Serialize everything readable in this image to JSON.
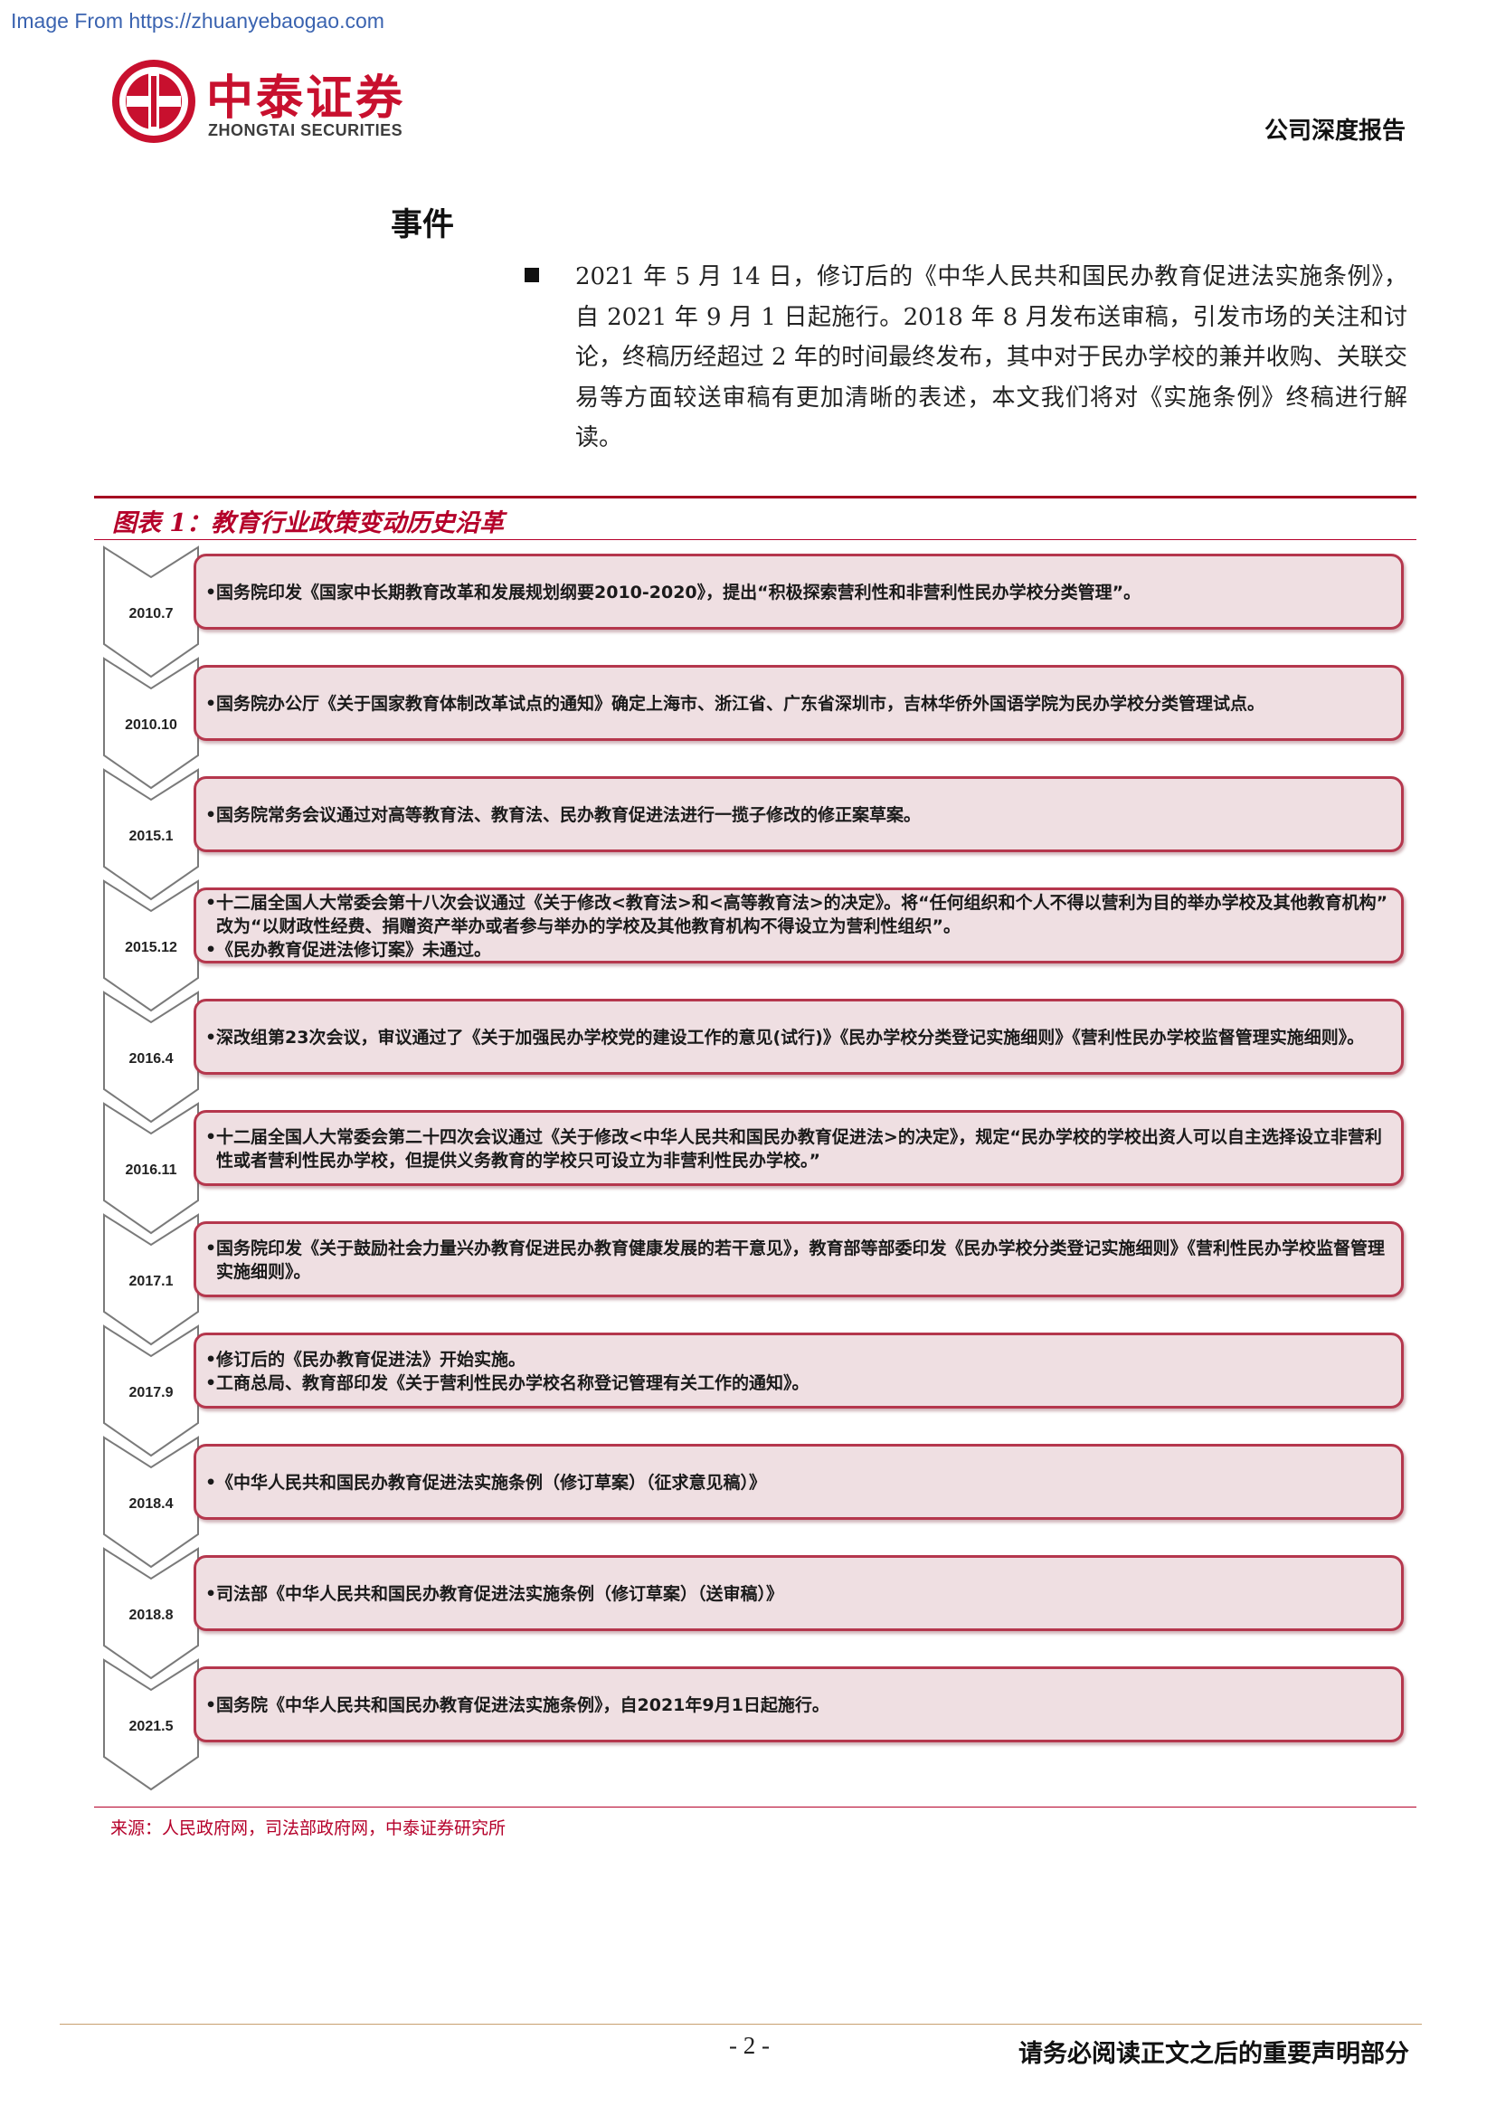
{
  "watermark": "Image From https://zhuanyebaogao.com",
  "header": {
    "logo_cn": "中泰证券",
    "logo_en": "ZHONGTAI SECURITIES",
    "report_type": "公司深度报告"
  },
  "event": {
    "title": "事件",
    "text": "2021 年 5 月 14 日，修订后的《中华人民共和国民办教育促进法实施条例》，自 2021 年 9 月 1 日起施行。2018 年 8 月发布送审稿，引发市场的关注和讨论，终稿历经超过 2 年的时间最终发布，其中对于民办学校的兼并收购、关联交易等方面较送审稿有更加清晰的表述，本文我们将对《实施条例》终稿进行解读。"
  },
  "figure": {
    "title": "图表 1：教育行业政策变动历史沿革",
    "source": "来源：人民政府网，司法部政府网，中泰证券研究所",
    "timeline": [
      {
        "date": "2010.7",
        "lines": [
          "国务院印发《国家中长期教育改革和发展规划纲要2010-2020》，提出“积极探索营利性和非营利性民办学校分类管理”。"
        ]
      },
      {
        "date": "2010.10",
        "lines": [
          "国务院办公厅《关于国家教育体制改革试点的通知》确定上海市、浙江省、广东省深圳市，吉林华侨外国语学院为民办学校分类管理试点。"
        ]
      },
      {
        "date": "2015.1",
        "lines": [
          "国务院常务会议通过对高等教育法、教育法、民办教育促进法进行一揽子修改的修正案草案。"
        ]
      },
      {
        "date": "2015.12",
        "lines": [
          "十二届全国人大常委会第十八次会议通过《关于修改<教育法>和<高等教育法>的决定》。将“任何组织和个人不得以营利为目的举办学校及其他教育机构” 改为“以财政性经费、捐赠资产举办或者参与举办的学校及其他教育机构不得设立为营利性组织”。",
          "《民办教育促进法修订案》未通过。"
        ]
      },
      {
        "date": "2016.4",
        "lines": [
          "深改组第23次会议，审议通过了《关于加强民办学校党的建设工作的意见(试行)》《民办学校分类登记实施细则》《营利性民办学校监督管理实施细则》。"
        ]
      },
      {
        "date": "2016.11",
        "lines": [
          "十二届全国人大常委会第二十四次会议通过《关于修改<中华人民共和国民办教育促进法>的决定》，规定“民办学校的学校出资人可以自主选择设立非营利性或者营利性民办学校，但提供义务教育的学校只可设立为非营利性民办学校。”"
        ]
      },
      {
        "date": "2017.1",
        "lines": [
          "国务院印发《关于鼓励社会力量兴办教育促进民办教育健康发展的若干意见》，教育部等部委印发《民办学校分类登记实施细则》《营利性民办学校监督管理实施细则》。"
        ]
      },
      {
        "date": "2017.9",
        "lines": [
          "修订后的《民办教育促进法》开始实施。",
          "工商总局、教育部印发《关于营利性民办学校名称登记管理有关工作的通知》。"
        ]
      },
      {
        "date": "2018.4",
        "lines": [
          "《中华人民共和国民办教育促进法实施条例（修订草案）（征求意见稿）》"
        ]
      },
      {
        "date": "2018.8",
        "lines": [
          "司法部《中华人民共和国民办教育促进法实施条例（修订草案）（送审稿）》"
        ]
      },
      {
        "date": "2021.5",
        "lines": [
          "国务院《中华人民共和国民办教育促进法实施条例》，自2021年9月1日起施行。"
        ]
      }
    ]
  },
  "footer": {
    "page_number": "- 2 -",
    "disclaimer": "请务必阅读正文之后的重要声明部分"
  },
  "colors": {
    "brand_red": "#c8102e",
    "figure_red": "#b5002a",
    "card_fill": "#efdfe2",
    "card_border": "#b5374d"
  }
}
